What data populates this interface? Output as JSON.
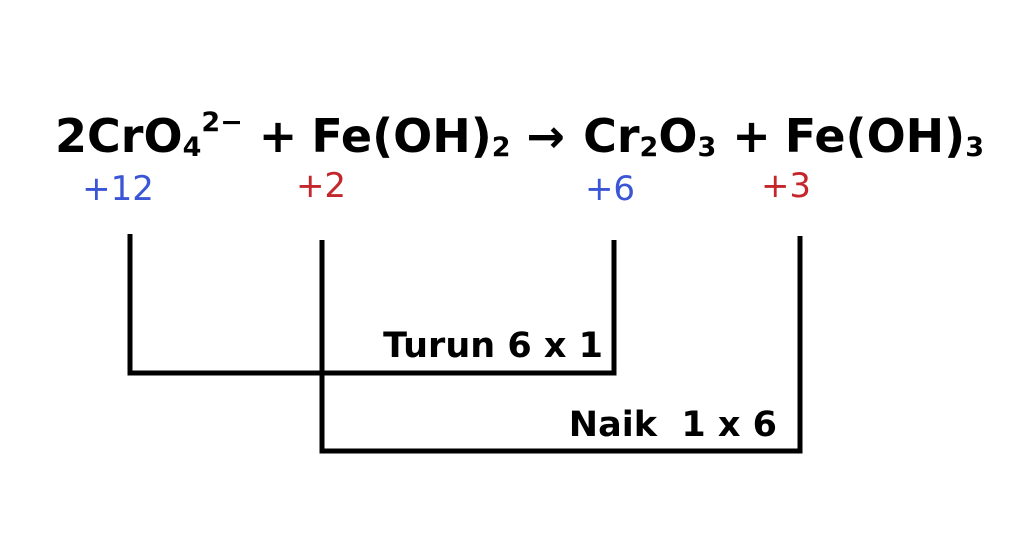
{
  "colors": {
    "chromium": "#3a55d6",
    "iron": "#c3262b",
    "text": "#000000"
  },
  "equation": {
    "coef": "2",
    "cr_symbol": "CrO",
    "cr_sub": "4",
    "cr_charge": "2−",
    "plus1": "+",
    "fe_left": "Fe(OH)",
    "fe_left_sub": "2",
    "arrow": "→",
    "cr2_base1": "Cr",
    "cr2_sub1": "2",
    "cr2_base2": "O",
    "cr2_sub2": "3",
    "plus2": "+",
    "fe_right": "Fe(OH)",
    "fe_right_sub": "3"
  },
  "oxidation_states": {
    "cr_reactant": "+12",
    "fe_reactant": "+2",
    "cr_product": "+6",
    "fe_product": "+3"
  },
  "annotations": {
    "reduction_label": "Turun 6 x 1",
    "oxidation_label": "Naik  1 x 6"
  }
}
